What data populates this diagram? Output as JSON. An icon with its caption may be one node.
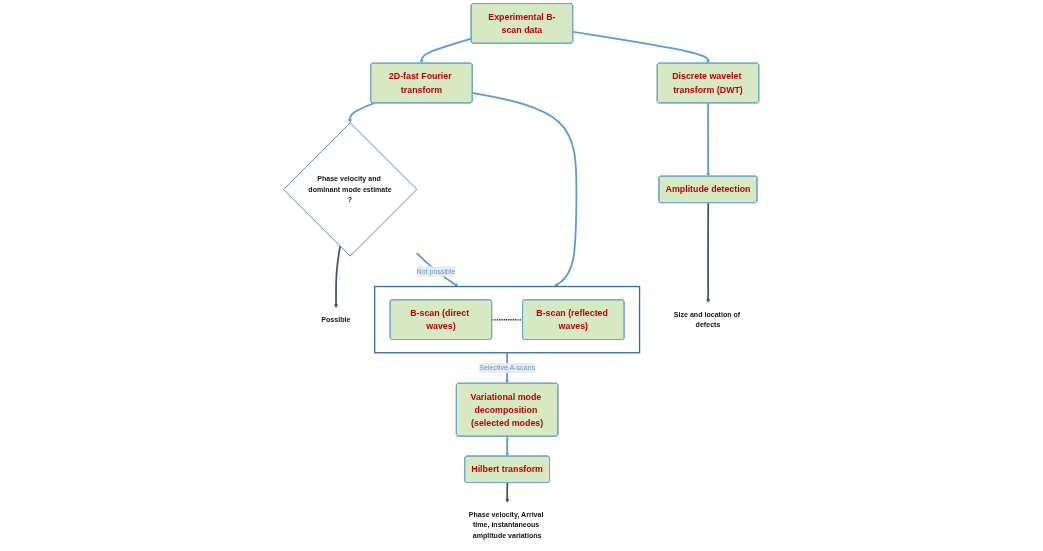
{
  "diagram": {
    "nodes": [
      {
        "text": [
          "Experimental B-scan data"
        ]
      },
      {
        "text": [
          "2D-fast Fourier transform"
        ]
      },
      {
        "text": [
          "Discrete wavelet transform (DWT)"
        ]
      },
      {
        "text": [
          "Phase velocity and dominant mode estimate",
          "?"
        ]
      },
      {
        "text": [],
        "shape": "box"
      },
      {
        "text": [
          "B-scan (direct waves)"
        ],
        "in": 4
      },
      {
        "text": [
          "B-scan (reflected waves)"
        ],
        "in": 4
      },
      {
        "text": [
          "Amplitude detection"
        ]
      },
      {
        "text": [
          "Size and location of defects"
        ]
      },
      {
        "text": [
          "Possible"
        ]
      },
      {
        "text": [
          "Variational mode decomposition (selected modes)"
        ]
      },
      {
        "text": [
          "Hilbert transform"
        ]
      },
      {
        "text": [
          "Phase velocity, Arrival time, instantaneous amplitude variations"
        ]
      }
    ],
    "edges": [
      {
        "from": 0,
        "to": 1,
        "arrow": "to"
      },
      {
        "from": 0,
        "to": 2,
        "arrow": "to"
      },
      {
        "from": 1,
        "to": 4,
        "arrow": "to"
      },
      {
        "from": 1,
        "to": 3,
        "arrow": "to"
      },
      {
        "from": 3,
        "to": 4,
        "label": "Not possible",
        "arrow": "to"
      },
      {
        "from": 2,
        "to": 7,
        "arrow": "to"
      },
      {
        "from": 7,
        "to": 8,
        "arrow": "to",
        "color": "#44546a"
      },
      {
        "from": 3,
        "to": 9,
        "arrow": "to",
        "color": "#44546a"
      },
      {
        "from": 5,
        "to": 6,
        "arrow": "none",
        "style": "dashed",
        "color": "#000000"
      },
      {
        "from": 4,
        "to": 10,
        "label": "Selective A-scans",
        "arrow": "to"
      },
      {
        "from": 10,
        "to": 11,
        "arrow": "to"
      },
      {
        "from": 11,
        "to": 12,
        "arrow": "to",
        "color": "#44546a"
      }
    ]
  }
}
